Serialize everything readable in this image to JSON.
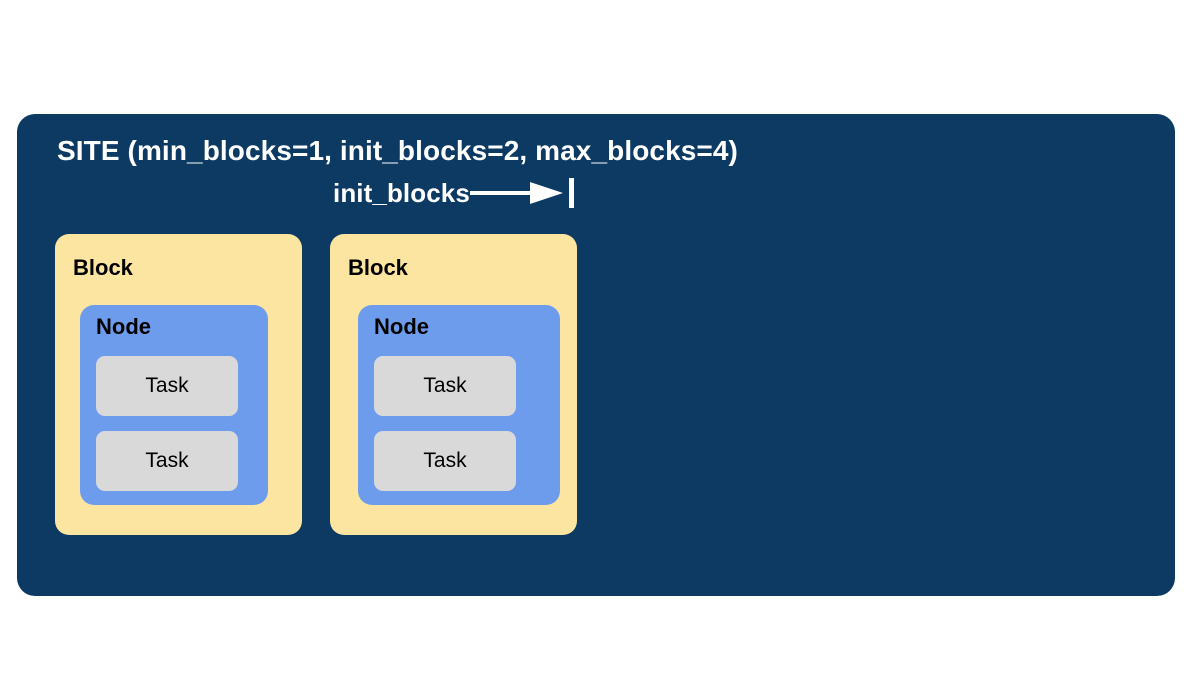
{
  "site": {
    "title": "SITE (min_blocks=1, init_blocks=2, max_blocks=4)",
    "params": {
      "min_blocks": 1,
      "init_blocks": 2,
      "max_blocks": 4
    },
    "annotation": {
      "label": "init_blocks",
      "arrow_icon": "right-arrow-icon",
      "end_marker": "vertical-bar-marker"
    },
    "background_color": "#0c3a63",
    "title_color": "#ffffff"
  },
  "colors": {
    "page_background": "#ffffff",
    "site_panel": "#0c3a63",
    "block": "#fce5a0",
    "node": "#6d9ced",
    "task": "#d9d9d9",
    "label_text": "#000000",
    "title_text": "#ffffff"
  },
  "blocks": [
    {
      "label": "Block",
      "node": {
        "label": "Node",
        "tasks": [
          {
            "label": "Task"
          },
          {
            "label": "Task"
          }
        ]
      }
    },
    {
      "label": "Block",
      "node": {
        "label": "Node",
        "tasks": [
          {
            "label": "Task"
          },
          {
            "label": "Task"
          }
        ]
      }
    }
  ]
}
